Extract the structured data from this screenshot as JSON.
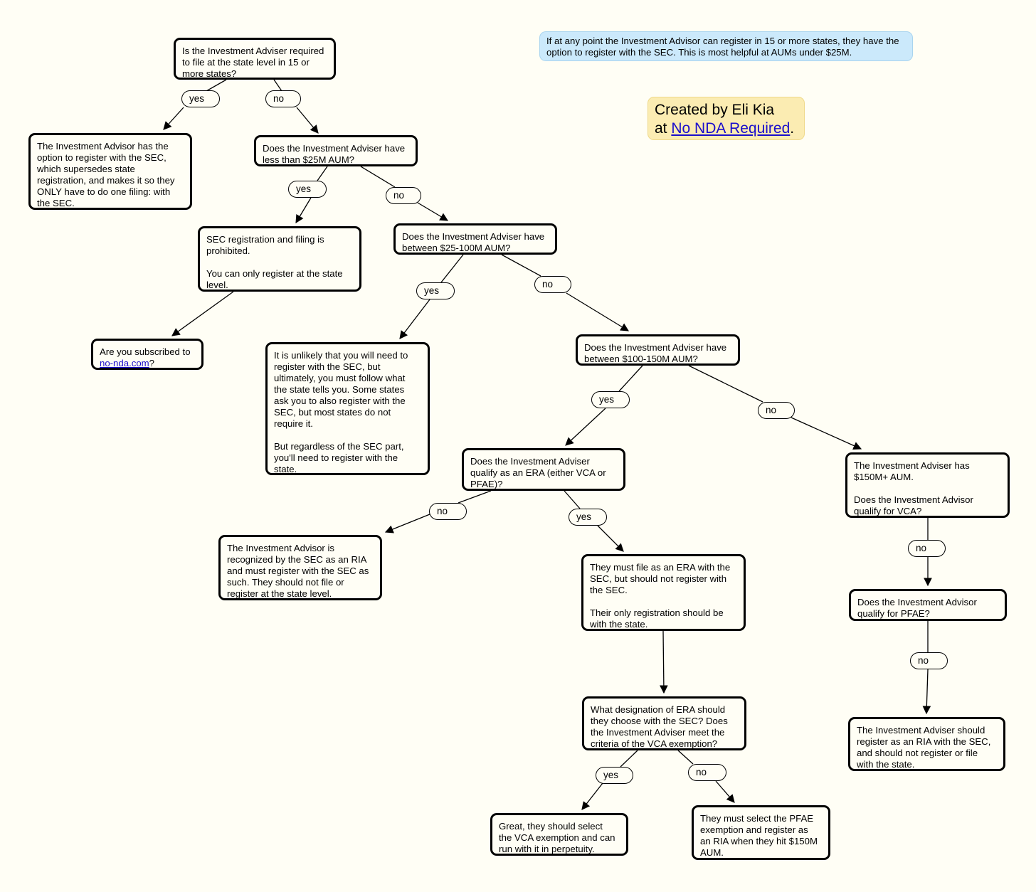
{
  "info_note": "If at any point the Investment Advisor can register in 15 or more states, they have the option to register with the SEC. This is most helpful at AUMs under $25M.",
  "credit": {
    "line1": "Created by Eli Kia",
    "line2_prefix": "at ",
    "link_text": "No NDA Required",
    "line2_suffix": "."
  },
  "nodes": {
    "q_15_states": [
      "Is the Investment Adviser required\nto file at the state level in 15 or\nmore states?"
    ],
    "a_sec_option": [
      "The Investment Advisor has the\noption to register with the SEC,\nwhich supersedes state\nregistration, and makes it so they\nONLY have to do one filing: with\nthe SEC."
    ],
    "q_under_25m": [
      "Does the Investment Adviser have\nless than $25M AUM?"
    ],
    "a_sec_prohibited": [
      "SEC registration and filing is\nprohibited.",
      "You can only register at the state\nlevel."
    ],
    "q_subscribed": {
      "prefix": "Are you subscribed to",
      "link": "no-nda.com",
      "suffix": "?"
    },
    "q_25_100m": [
      "Does the Investment Adviser have\nbetween $25-100M AUM?"
    ],
    "a_unlikely_sec": [
      "It is unlikely that you will need to\nregister with the SEC, but\nultimately, you must follow what\nthe state tells you. Some states\nask you to also register with the\nSEC, but most states do not\nrequire it.",
      "But regardless of the SEC part,\nyou'll need to register with the\nstate."
    ],
    "q_100_150m": [
      "Does the Investment Adviser have\nbetween $100-150M AUM?"
    ],
    "q_era": [
      "Does the Investment Adviser\nqualify as an ERA (either VCA or\nPFAE)?"
    ],
    "a_ria": [
      "The Investment Advisor is\nrecognized by the SEC as an RIA\nand must register with the SEC as\nsuch. They should not file or\nregister at the state level."
    ],
    "a_era_file": [
      "They must file as an ERA with the\nSEC, but should not register with\nthe SEC.",
      "Their only registration should be\nwith the state."
    ],
    "q_designation": [
      "What designation of ERA should\nthey choose with the SEC? Does\nthe Investment Adviser meet the\ncriteria of the VCA exemption?"
    ],
    "a_vca": [
      "Great, they should select\nthe VCA exemption and can\nrun with it in perpetuity."
    ],
    "a_pfae": [
      "They must select the PFAE\nexemption and register as\nan RIA when they hit $150M\nAUM."
    ],
    "q_150m_vca": [
      "The Investment Adviser has\n$150M+ AUM.",
      "Does the Investment Advisor\nqualify for VCA?"
    ],
    "q_pfae": [
      "Does the Investment Advisor\nqualify for PFAE?"
    ],
    "a_register_ria": [
      "The Investment Adviser should\nregister as an RIA with the SEC,\nand should not register or file\nwith the state."
    ]
  },
  "edge_labels": {
    "yes": "yes",
    "no": "no"
  },
  "colors": {
    "background": "#fffef5",
    "note_blue": "#cbe9fb",
    "note_yellow": "#fbecb2",
    "link": "#1a0dcc"
  }
}
